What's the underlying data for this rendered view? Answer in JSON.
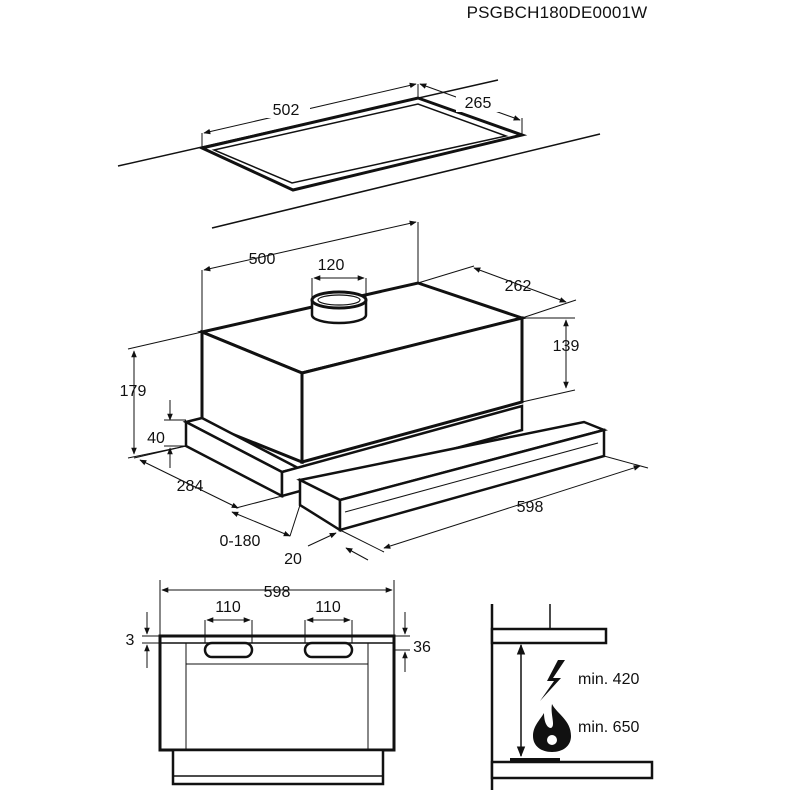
{
  "drawing_code": "PSGBCH180DE0001W",
  "cutout": {
    "width": "502",
    "depth": "265"
  },
  "hood": {
    "width": "500",
    "duct_diameter": "120",
    "depth": "262",
    "body_height": "139",
    "total_height": "179",
    "front_height": "40",
    "front_depth": "284",
    "extension": "0-180",
    "panel_thickness": "20",
    "front_width": "598"
  },
  "front_view": {
    "width": "598",
    "left_hole": "110",
    "right_hole": "110",
    "top_offset": "3",
    "hole_offset": "36"
  },
  "installation": {
    "electric_min": "min. 420",
    "gas_min": "min. 650",
    "electric_icon": "lightning-bolt-icon",
    "gas_icon": "flame-icon"
  }
}
